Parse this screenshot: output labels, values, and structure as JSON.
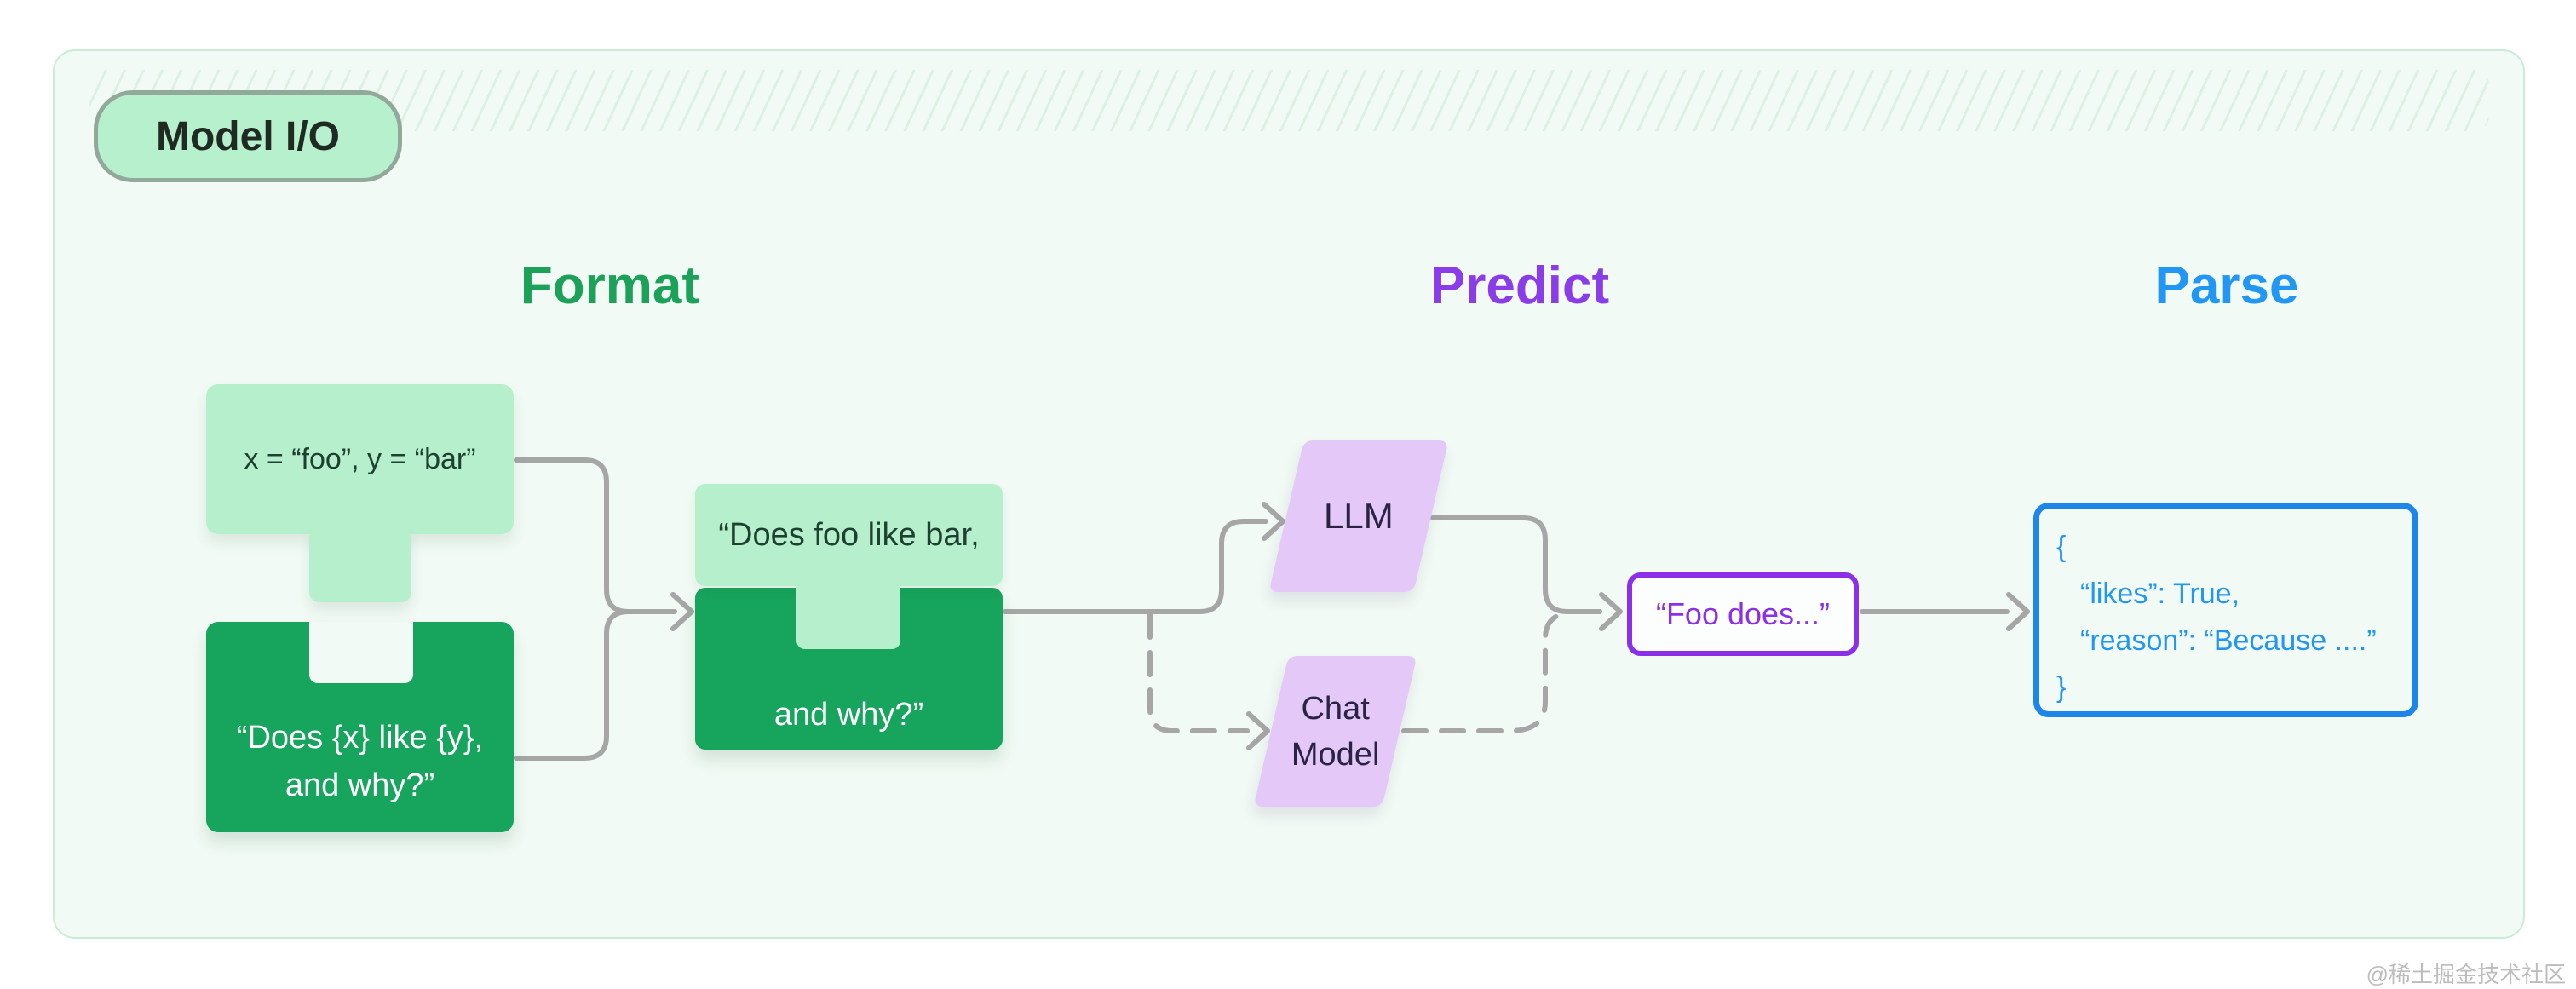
{
  "page": {
    "watermark": "@稀土掘金技术社区"
  },
  "card": {
    "badge": "Model I/O",
    "headings": {
      "format": "Format",
      "predict": "Predict",
      "parse": "Parse"
    },
    "format": {
      "input_vars": "x = “foo”, y = “bar”",
      "template_line1": "“Does {x} like {y},",
      "template_line2": "and why?”",
      "prompt_line1": "“Does foo like bar,",
      "prompt_line2": "and why?”"
    },
    "predict": {
      "llm_label": "LLM",
      "chat_model_line1": "Chat",
      "chat_model_line2": "Model",
      "output_text": "“Foo does...”"
    },
    "parse": {
      "json_lines": [
        "{",
        "“likes”: True,",
        "“reason”: “Because ....”",
        "}"
      ]
    }
  },
  "colors": {
    "card_bg": "#f1faf4",
    "card_border": "#c9ecd6",
    "light_green": "#b6efcc",
    "dark_green": "#17a45c",
    "format_heading": "#1ba158",
    "predict_heading": "#8a3ce8",
    "parse_heading": "#2196f3",
    "parallelogram": "#e4c8f8",
    "purple_border": "#8b2fe8",
    "blue_border": "#1d86ea",
    "connector_gray": "#a6a6a6",
    "watermark_gray": "#bdbdbd"
  }
}
